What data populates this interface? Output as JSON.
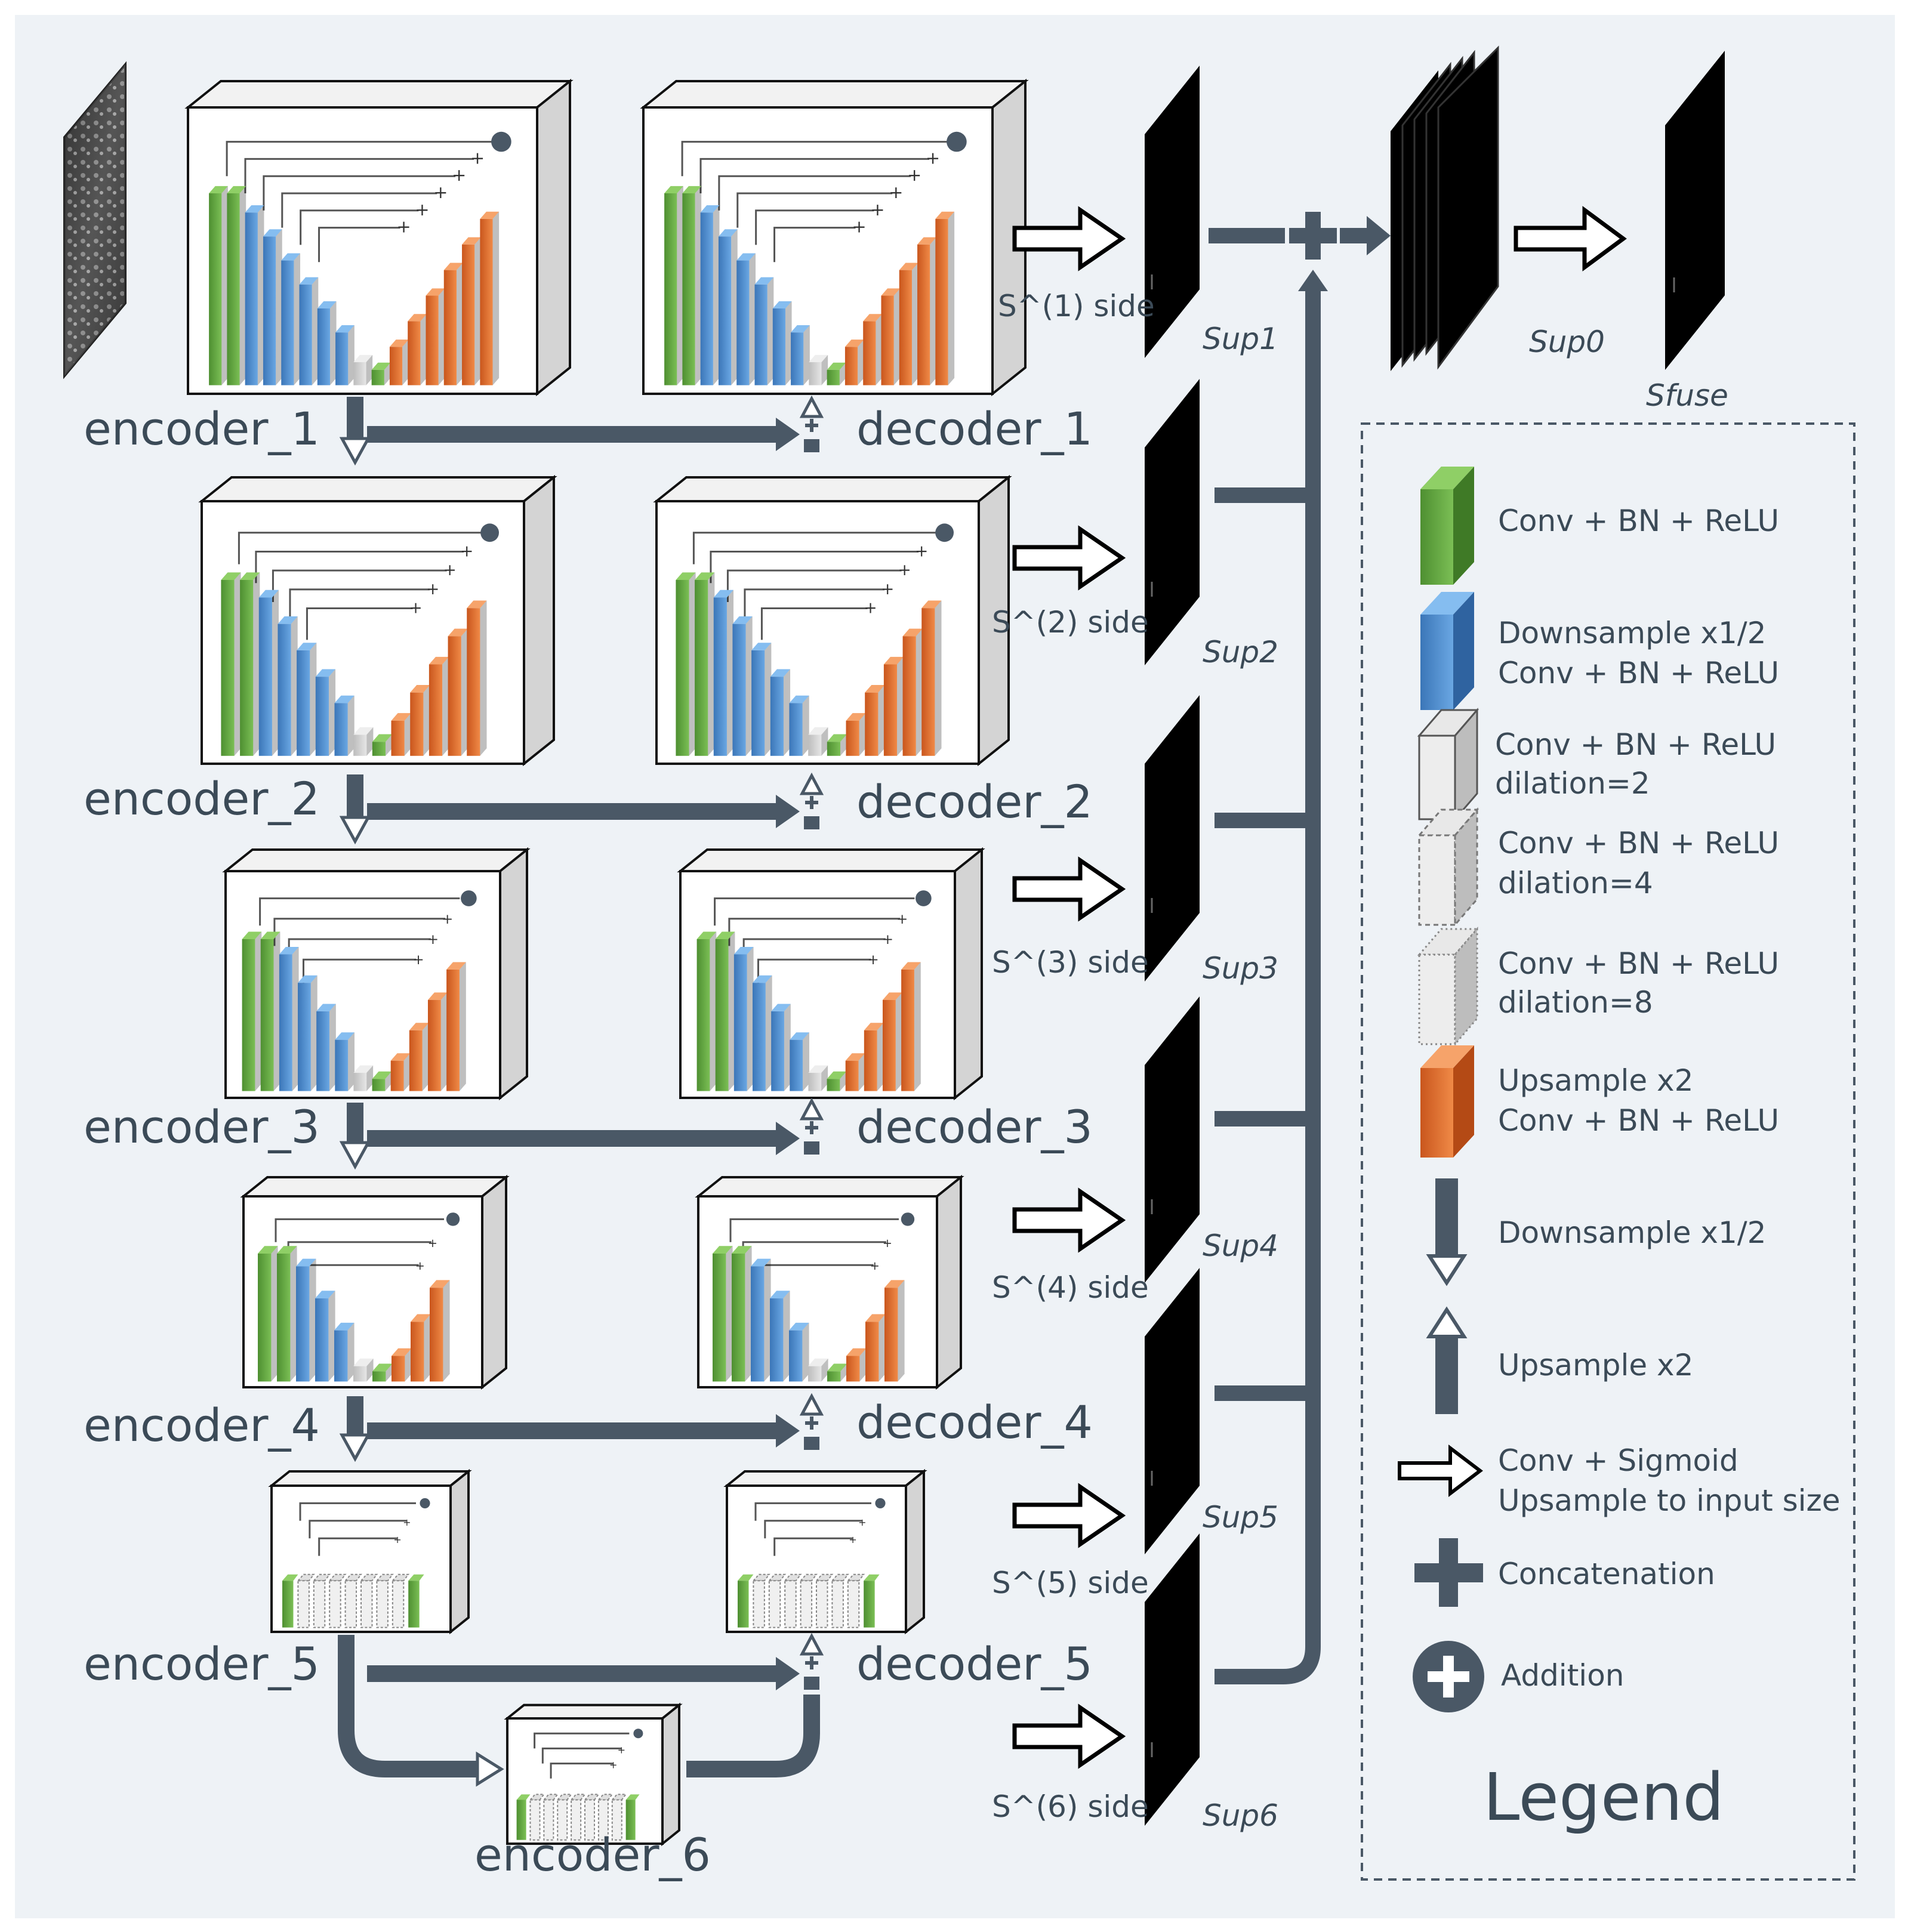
{
  "encoders": [
    {
      "label": "encoder_1"
    },
    {
      "label": "encoder_2"
    },
    {
      "label": "encoder_3"
    },
    {
      "label": "encoder_4"
    },
    {
      "label": "encoder_5"
    },
    {
      "label": "encoder_6"
    }
  ],
  "decoders": [
    {
      "label": "decoder_1"
    },
    {
      "label": "decoder_2"
    },
    {
      "label": "decoder_3"
    },
    {
      "label": "decoder_4"
    },
    {
      "label": "decoder_5"
    }
  ],
  "side_outputs": [
    {
      "side_label": "S^(1) side",
      "sup_label": "Sup1"
    },
    {
      "side_label": "S^(2) side",
      "sup_label": "Sup2"
    },
    {
      "side_label": "S^(3) side",
      "sup_label": "Sup3"
    },
    {
      "side_label": "S^(4) side",
      "sup_label": "Sup4"
    },
    {
      "side_label": "S^(5) side",
      "sup_label": "Sup5"
    },
    {
      "side_label": "S^(6) side",
      "sup_label": "Sup6"
    }
  ],
  "fusion": {
    "sup0_label": "Sup0",
    "sfuse_label": "Sfuse"
  },
  "legend": {
    "title": "Legend",
    "items": [
      {
        "line1": "Conv + BN + ReLU",
        "line2": ""
      },
      {
        "line1": "Downsample x1/2",
        "line2": "Conv + BN + ReLU"
      },
      {
        "line1": "Conv + BN + ReLU",
        "line2": "dilation=2"
      },
      {
        "line1": "Conv + BN + ReLU",
        "line2": "dilation=4"
      },
      {
        "line1": "Conv + BN + ReLU",
        "line2": "dilation=8"
      },
      {
        "line1": "Upsample x2",
        "line2": "Conv + BN + ReLU"
      },
      {
        "line1": "Downsample x1/2",
        "line2": ""
      },
      {
        "line1": "Upsample x2",
        "line2": ""
      },
      {
        "line1": "Conv + Sigmoid",
        "line2": "Upsample to input size"
      },
      {
        "line1": "Concatenation",
        "line2": ""
      },
      {
        "line1": "Addition",
        "line2": ""
      }
    ]
  },
  "colors": {
    "background": "#eef2f6",
    "arrow": "#4a5866",
    "green": "#63a542",
    "blue": "#4f8fd0",
    "orange": "#e9712f",
    "gray": "#cfcfcf"
  }
}
